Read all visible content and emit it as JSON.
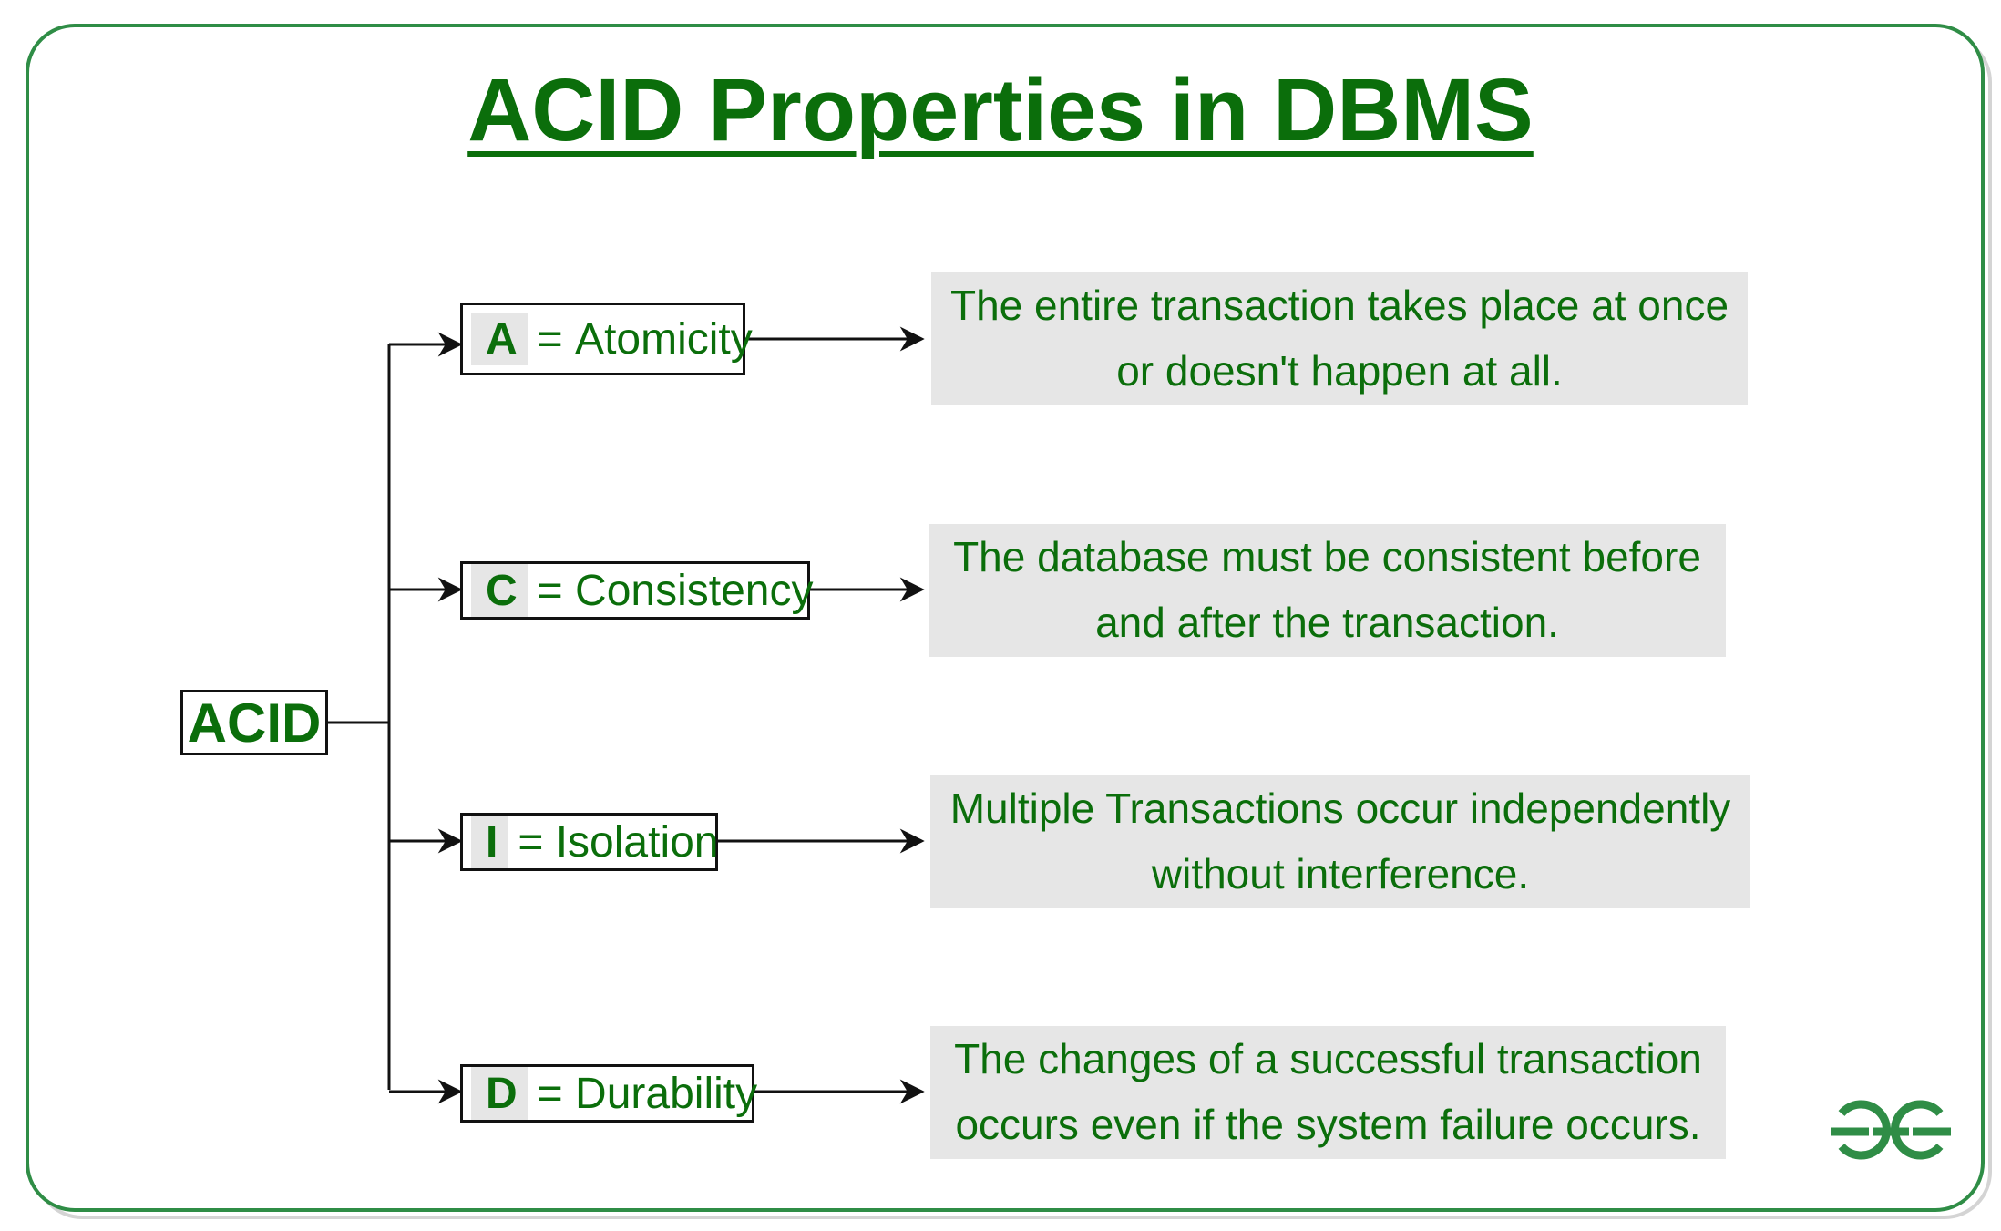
{
  "title": "ACID Properties in DBMS",
  "root_label": "ACID",
  "properties": [
    {
      "letter": "A",
      "separator": "=",
      "name": "Atomicity",
      "description": [
        "The entire transaction takes place at once",
        "or doesn't happen at all."
      ]
    },
    {
      "letter": "C",
      "separator": "=",
      "name": "Consistency",
      "description": [
        "The database must be consistent before",
        "and after the transaction."
      ]
    },
    {
      "letter": "I",
      "separator": "=",
      "name": "Isolation",
      "description": [
        "Multiple Transactions occur independently",
        "without interference."
      ]
    },
    {
      "letter": "D",
      "separator": "=",
      "name": "Durability",
      "description": [
        "The changes of a successful transaction",
        "occurs even if the system failure occurs."
      ]
    }
  ],
  "logo": "GfG logo",
  "colors": {
    "text_green": "#0b6e0b",
    "frame_green": "#2f8d46",
    "desc_background": "#e6e6e6"
  }
}
